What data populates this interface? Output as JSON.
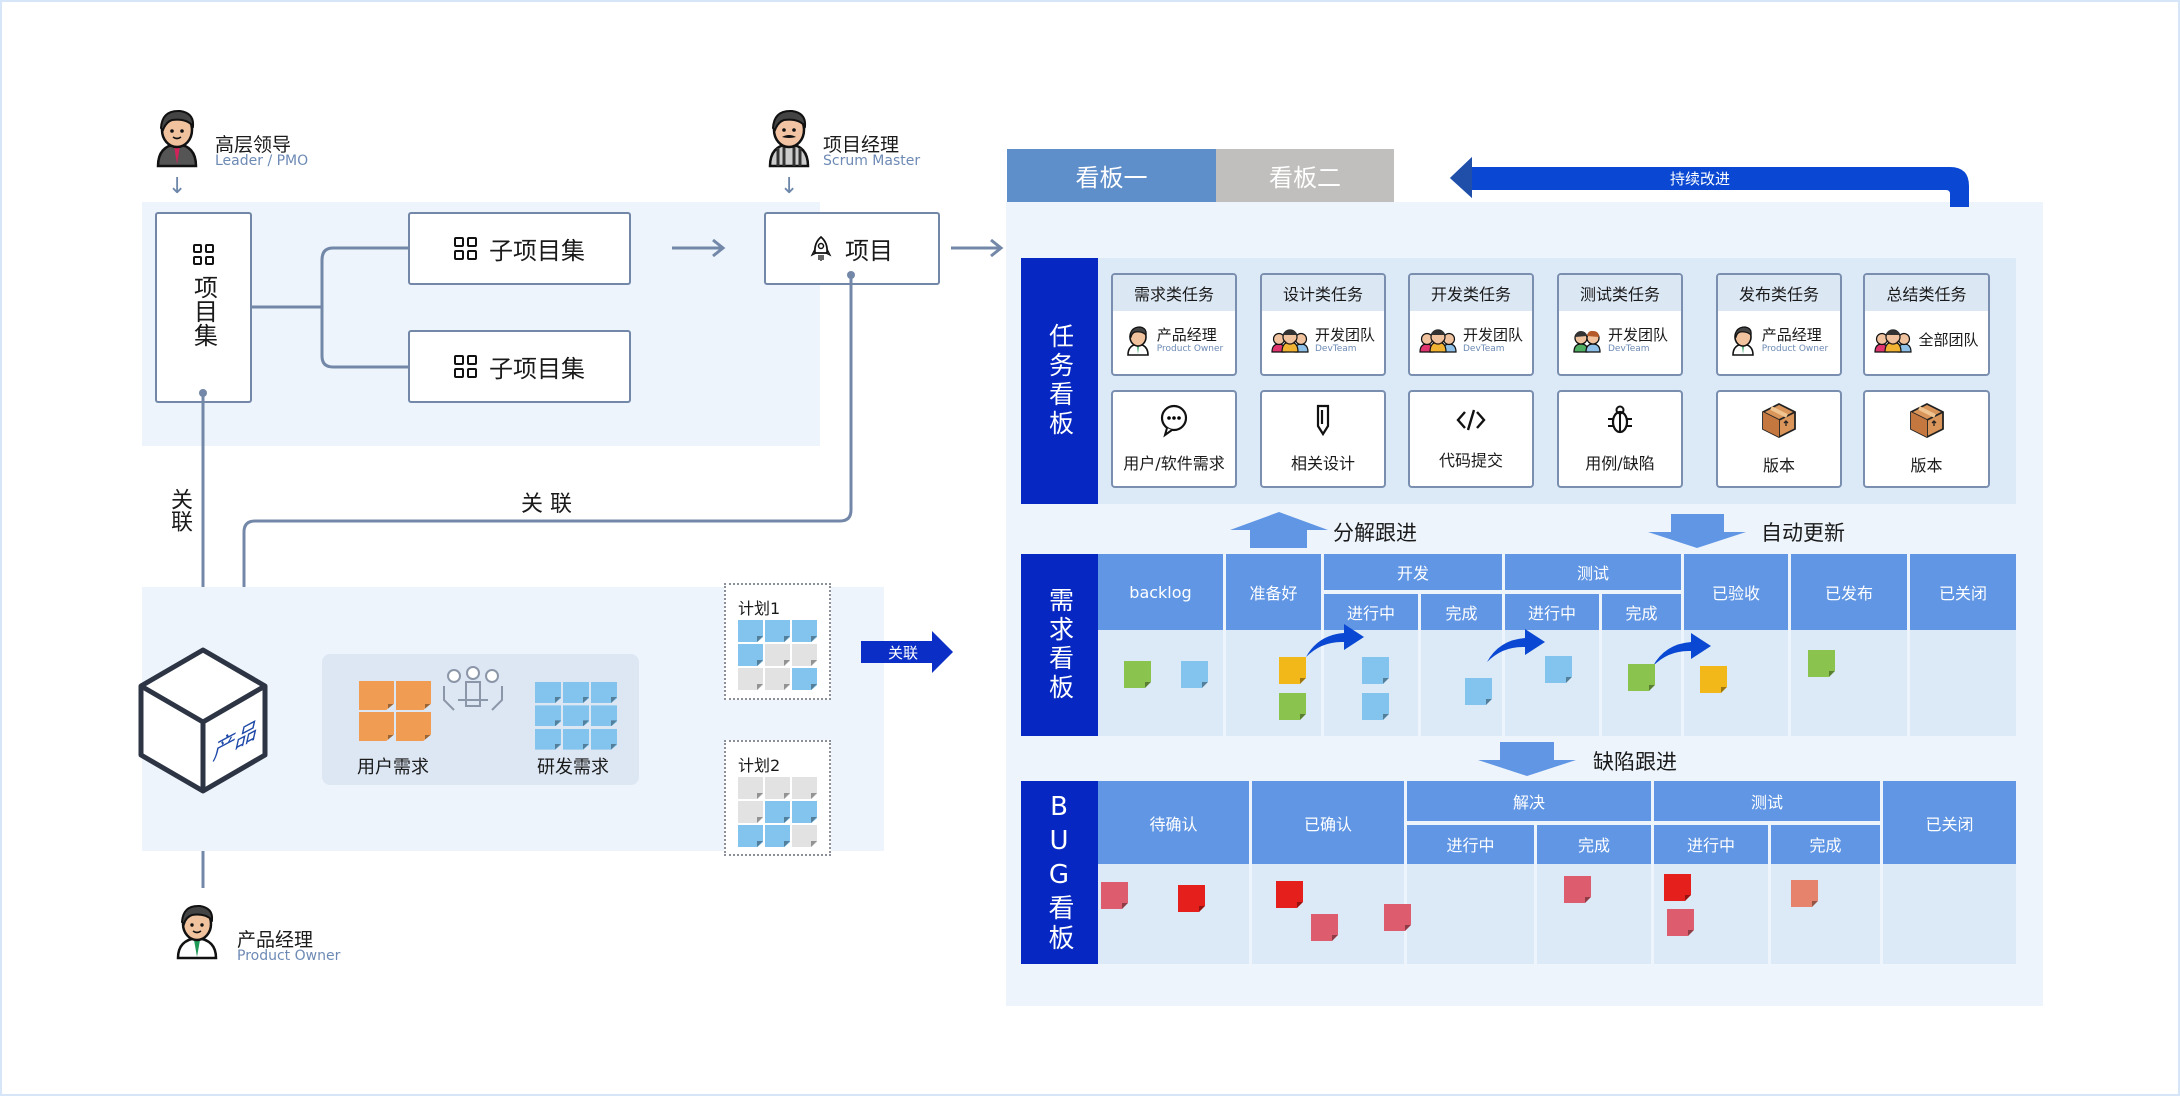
{
  "roles": {
    "leader": {
      "name": "高层领导",
      "sub": "Leader / PMO"
    },
    "scrum_master": {
      "name": "项目经理",
      "sub": "Scrum Master"
    },
    "product_owner": {
      "name": "产品经理",
      "sub": "Product Owner"
    }
  },
  "hierarchy": {
    "portfolio": "项目集",
    "sub_programs": [
      "子项目集",
      "子项目集"
    ],
    "project": "项目"
  },
  "links": {
    "vertical_link": "关联",
    "horizontal_link": "关 联",
    "to_board_link": "关联"
  },
  "product": {
    "cube_label": "产品",
    "user_req": "用户需求",
    "dev_req": "研发需求",
    "plans": [
      {
        "label": "计划1",
        "cells": [
          "blue",
          "blue",
          "blue",
          "blue",
          "gray",
          "gray",
          "gray",
          "gray",
          "blue"
        ]
      },
      {
        "label": "计划2",
        "cells": [
          "gray",
          "gray",
          "gray",
          "gray",
          "blue",
          "blue",
          "blue",
          "blue",
          "gray"
        ]
      }
    ]
  },
  "boards": {
    "tabs": [
      {
        "label": "看板一",
        "active": true
      },
      {
        "label": "看板二",
        "active": false
      }
    ],
    "continuous_improvement": "持续改进",
    "task_board": {
      "label": "任务看板",
      "cards": [
        {
          "title": "需求类任务",
          "owner": "产品经理",
          "owner_sub": "Product Owner",
          "avatar": "product-owner",
          "artifact": "用户/软件需求",
          "artifact_icon": "chat-bubble-icon"
        },
        {
          "title": "设计类任务",
          "owner": "开发团队",
          "owner_sub": "DevTeam",
          "avatar": "team",
          "artifact": "相关设计",
          "artifact_icon": "pencil-icon"
        },
        {
          "title": "开发类任务",
          "owner": "开发团队",
          "owner_sub": "DevTeam",
          "avatar": "team",
          "artifact": "代码提交",
          "artifact_icon": "code-icon"
        },
        {
          "title": "测试类任务",
          "owner": "开发团队",
          "owner_sub": "DevTeam",
          "avatar": "pair",
          "artifact": "用例/缺陷",
          "artifact_icon": "bug-icon"
        },
        {
          "title": "发布类任务",
          "owner": "产品经理",
          "owner_sub": "Product Owner",
          "avatar": "product-owner",
          "artifact": "版本",
          "artifact_icon": "package-icon"
        },
        {
          "title": "总结类任务",
          "owner": "全部团队",
          "owner_sub": "",
          "avatar": "team",
          "artifact": "版本",
          "artifact_icon": "package-icon"
        }
      ]
    },
    "decompose_label": "分解跟进",
    "auto_update_label": "自动更新",
    "req_board": {
      "label": "需求看板",
      "columns": [
        "backlog",
        "准备好",
        "开发",
        "测试",
        "已验收",
        "已发布",
        "已关闭"
      ],
      "sub_columns": {
        "开发": [
          "进行中",
          "完成"
        ],
        "测试": [
          "进行中",
          "完成"
        ]
      }
    },
    "defect_label": "缺陷跟进",
    "bug_board": {
      "label": "BUG看板",
      "columns": [
        "待确认",
        "已确认",
        "解决",
        "测试",
        "已关闭"
      ],
      "sub_columns": {
        "解决": [
          "进行中",
          "完成"
        ],
        "测试": [
          "进行中",
          "完成"
        ]
      }
    }
  },
  "colors": {
    "accent_dark": "#0627c2",
    "header_blue": "#6096e4",
    "tab_active": "#5f8fcb",
    "tab_inactive": "#c1bfbd",
    "note_blue": "#82c4ee",
    "note_green": "#8bc34f",
    "note_yellow": "#f2b81a",
    "note_red": "#e5201c",
    "note_pink": "#dd5c6e",
    "note_salmon": "#e5836d",
    "note_orange": "#f09c52",
    "note_gray": "#e2e2e2"
  }
}
